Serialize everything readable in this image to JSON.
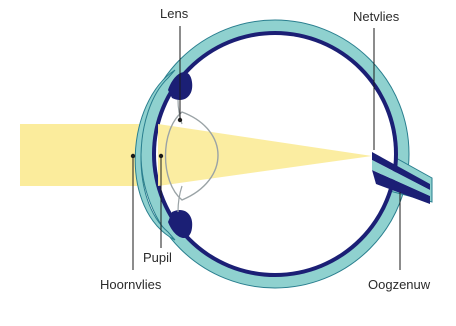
{
  "labels": {
    "lens": "Lens",
    "retina": "Netvlies",
    "pupil": "Pupil",
    "cornea": "Hoornvlies",
    "optic_nerve": "Oogzenuw"
  },
  "colors": {
    "light_beam": "#fbec9c",
    "sclera": "#8fd1cf",
    "retina": "#1b1f75",
    "outline": "#2a7f8f",
    "lens_stroke": "#9aa3a6",
    "leader": "#1a1a1a"
  }
}
